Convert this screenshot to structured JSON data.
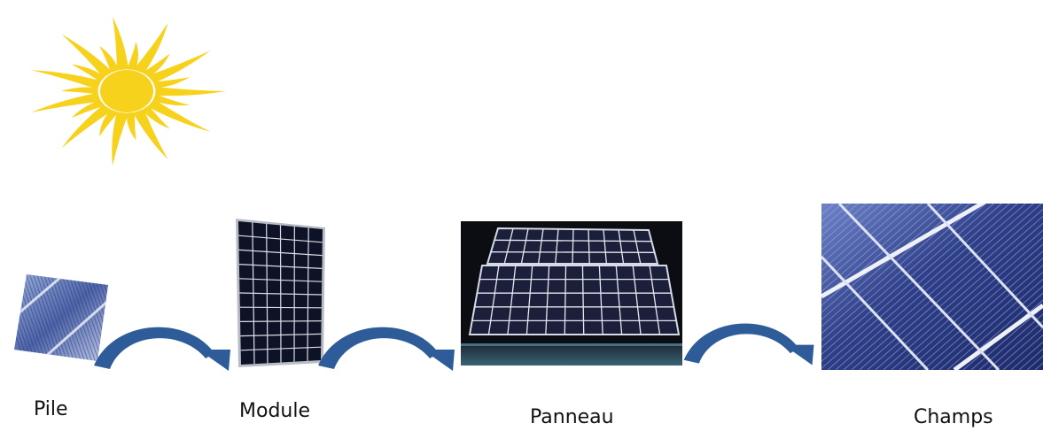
{
  "stages": [
    {
      "label": "Pile"
    },
    {
      "label": "Module"
    },
    {
      "label": "Panneau"
    },
    {
      "label": "Champs"
    }
  ],
  "colors": {
    "sun": "#f7d21c",
    "arrow": "#2e5c99",
    "cell": "#243a7a",
    "panel_dark": "#0d1020",
    "grid_line": "#e8ecf5"
  },
  "icons": [
    "sun-icon",
    "curved-arrow-icon"
  ]
}
